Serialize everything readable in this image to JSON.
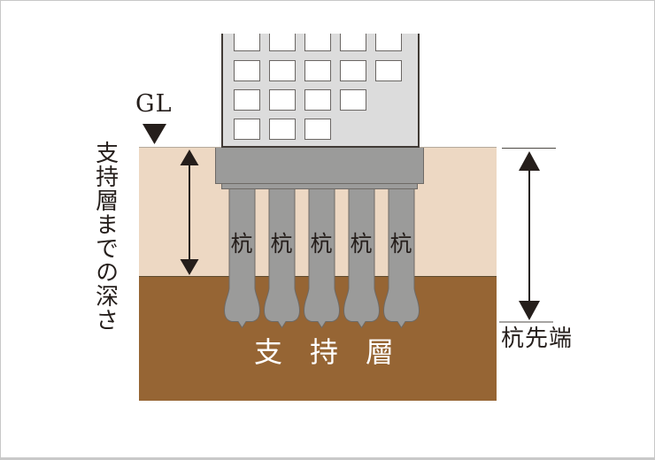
{
  "labels": {
    "gl": "GL",
    "depth_dimension": "支持層までの深さ",
    "piles": [
      "杭",
      "杭",
      "杭",
      "杭",
      "杭"
    ],
    "support_layer": "支持層",
    "pile_tip": "杭先端"
  },
  "building": {
    "window_rows": [
      5,
      5,
      4,
      3
    ]
  },
  "colors": {
    "soil": "#edd8c3",
    "support_layer": "#966534",
    "support_layer_text": "#ffffff",
    "structure_gray": "#9b9b9a",
    "structure_outline": "#6e6a66",
    "building": "#dcdcdc",
    "building_outline": "#403a35",
    "ink": "#251e1b",
    "frame_border": "#c7c7c7"
  }
}
